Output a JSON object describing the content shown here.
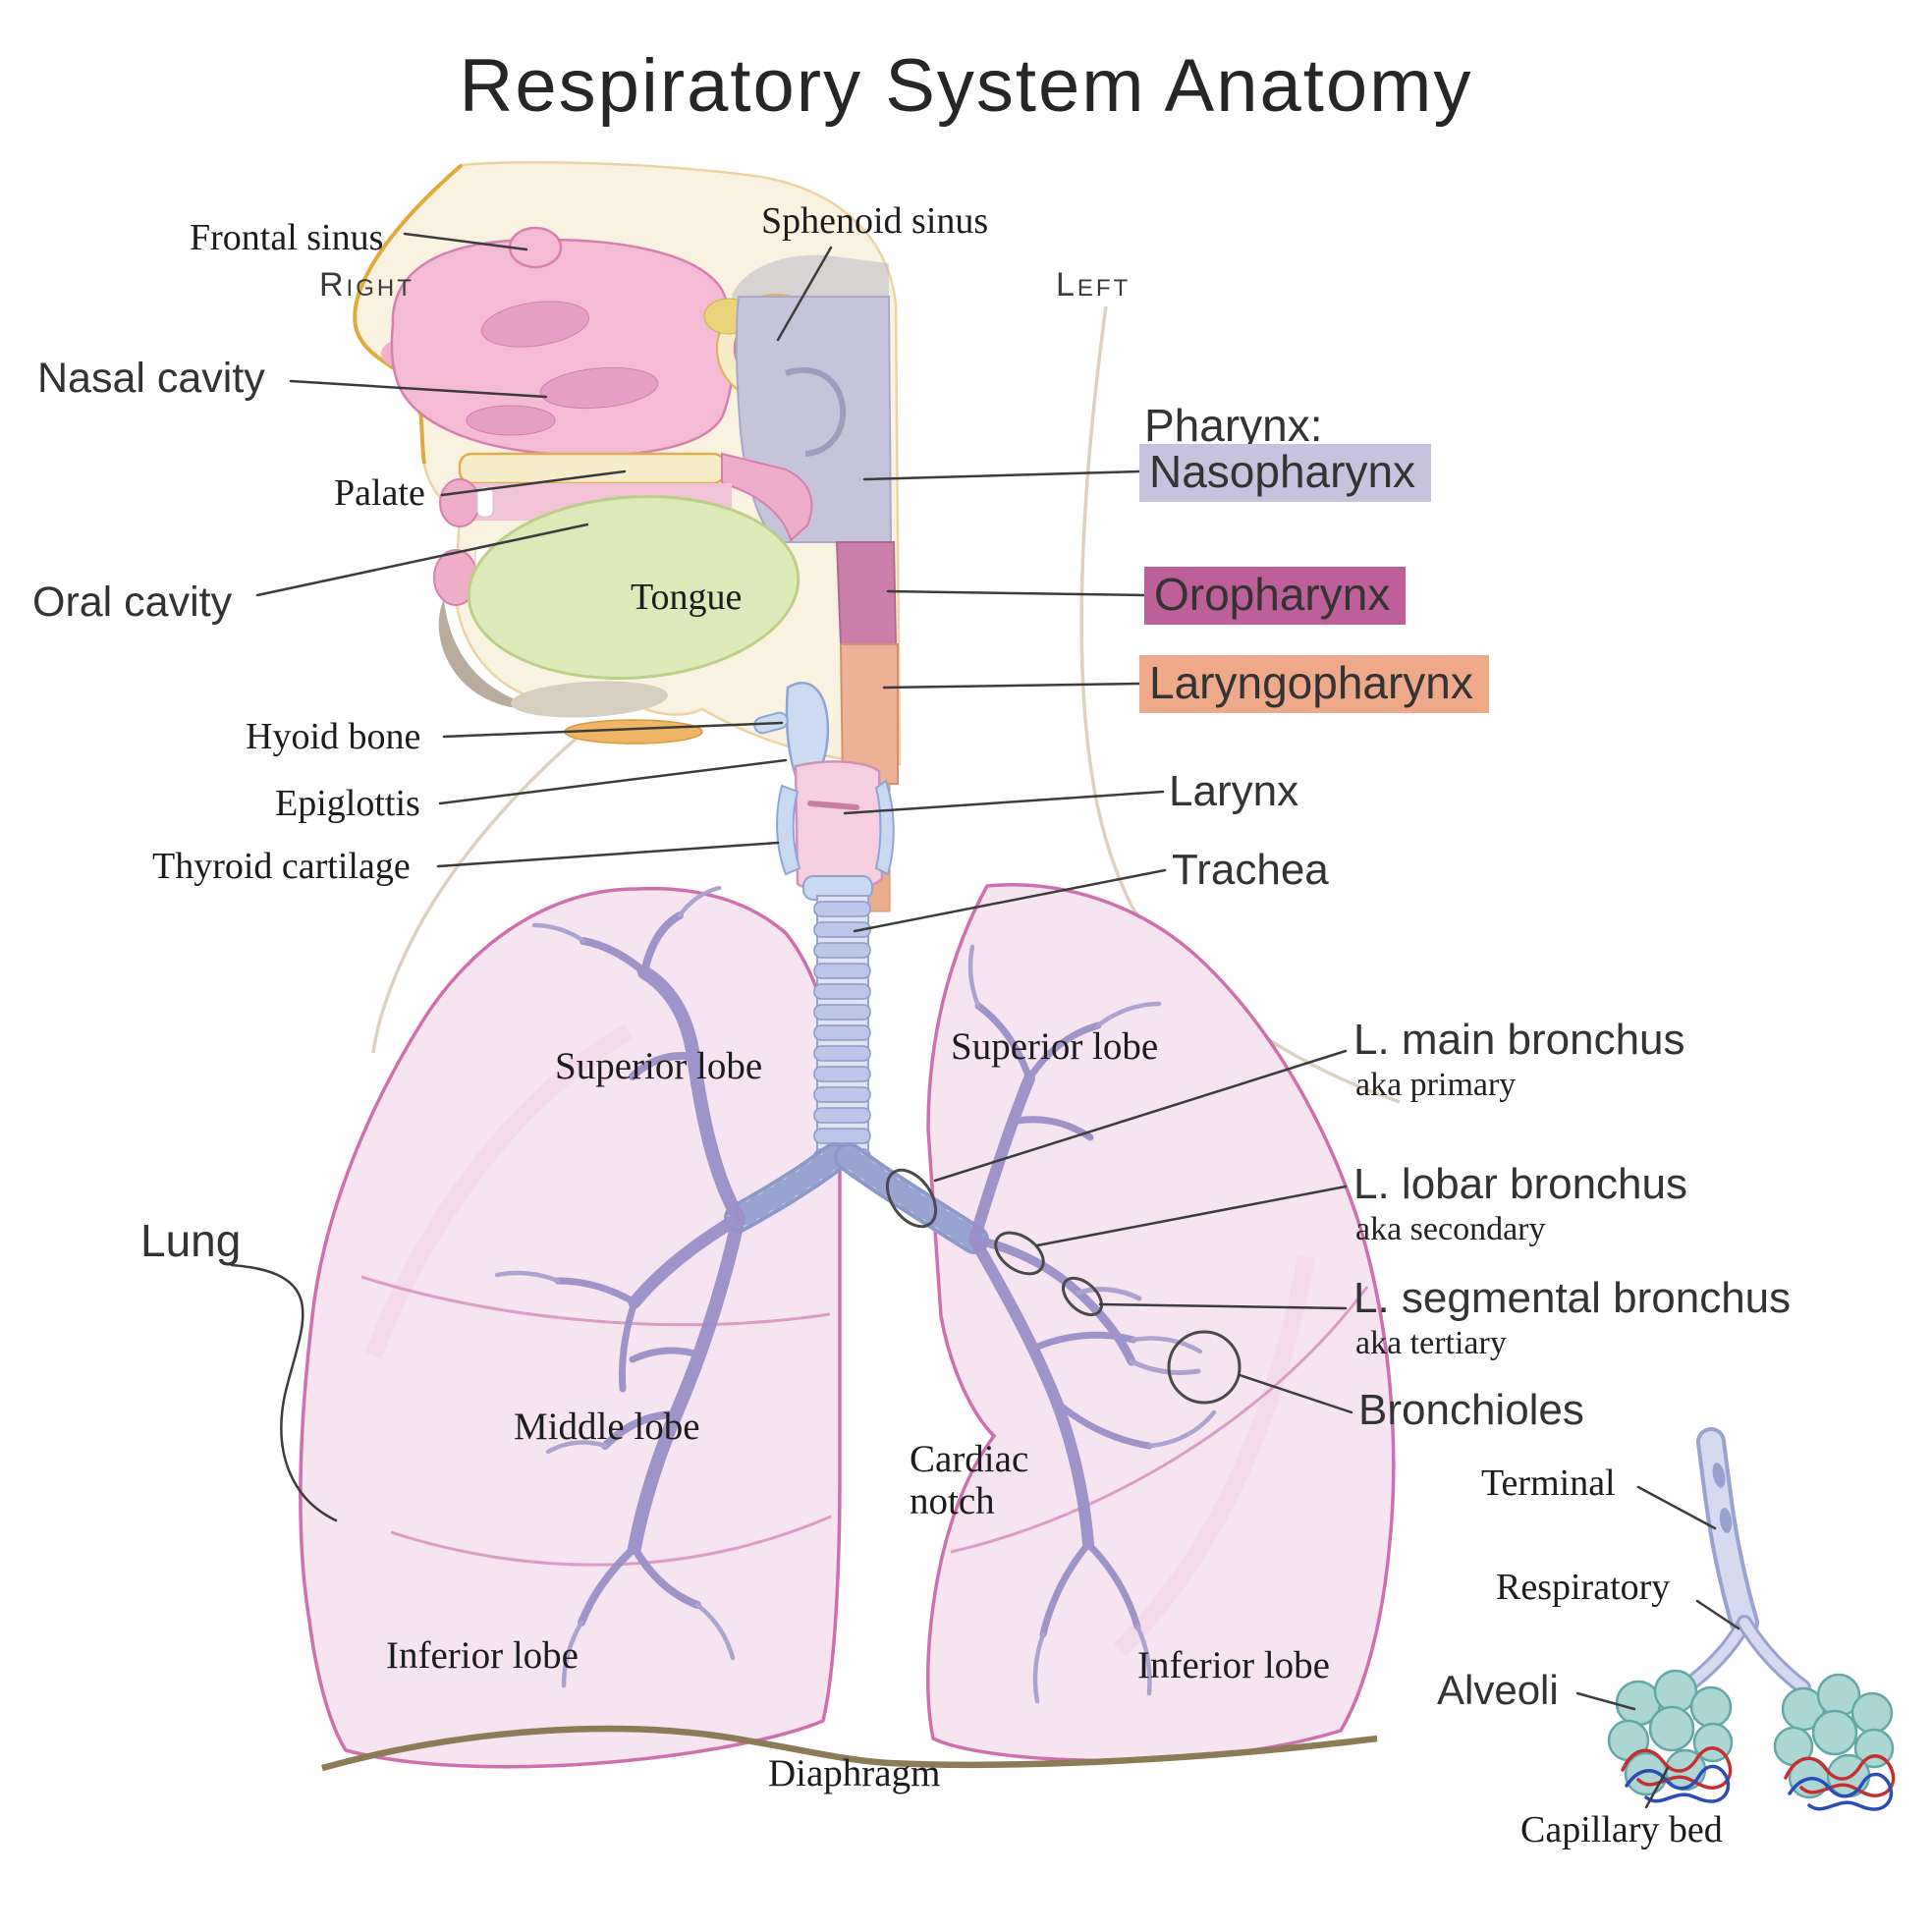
{
  "title": "Respiratory System Anatomy",
  "orientation": {
    "right": "Right",
    "left": "Left"
  },
  "head": {
    "frontal_sinus": "Frontal sinus",
    "sphenoid_sinus": "Sphenoid sinus",
    "nasal_cavity": "Nasal cavity",
    "palate": "Palate",
    "oral_cavity": "Oral cavity",
    "tongue": "Tongue",
    "hyoid_bone": "Hyoid bone",
    "epiglottis": "Epiglottis",
    "thyroid_cartilage": "Thyroid cartilage"
  },
  "pharynx": {
    "heading": "Pharynx:",
    "nasopharynx": "Nasopharynx",
    "oropharynx": "Oropharynx",
    "laryngopharynx": "Laryngopharynx"
  },
  "airway": {
    "larynx": "Larynx",
    "trachea": "Trachea"
  },
  "lungs": {
    "lung": "Lung",
    "right_superior_lobe": "Superior lobe",
    "left_superior_lobe": "Superior lobe",
    "middle_lobe": "Middle lobe",
    "cardiac_notch": "Cardiac notch",
    "right_inferior_lobe": "Inferior lobe",
    "left_inferior_lobe": "Inferior lobe",
    "diaphragm": "Diaphragm"
  },
  "bronchi": {
    "main": {
      "label": "L. main bronchus",
      "aka": "aka primary"
    },
    "lobar": {
      "label": "L. lobar bronchus",
      "aka": "aka secondary"
    },
    "segmental": {
      "label": "L. segmental bronchus",
      "aka": "aka tertiary"
    },
    "bronchioles": "Bronchioles"
  },
  "alveoli_detail": {
    "terminal": "Terminal",
    "respiratory": "Respiratory",
    "alveoli": "Alveoli",
    "capillary_bed": "Capillary bed"
  },
  "colors": {
    "nasopharynx_highlight": "#c7c3de",
    "oropharynx_highlight": "#bd5f98",
    "laryngopharynx_highlight": "#eda98a",
    "lung_fill": "#f7e3f1",
    "lung_outline": "#d06fae",
    "nasal_cavity_fill": "#f3bcd4",
    "tongue_fill": "#dde9b8",
    "trachea_ring": "#bcc6e8",
    "bronchial_tree": "#9b90c8",
    "alveoli_fill": "#abd6d4",
    "capillary_red": "#c43030",
    "capillary_blue": "#2b4bb5",
    "diaphragm_stroke": "#8c7c55",
    "skull_accent": "#e2a93c"
  }
}
